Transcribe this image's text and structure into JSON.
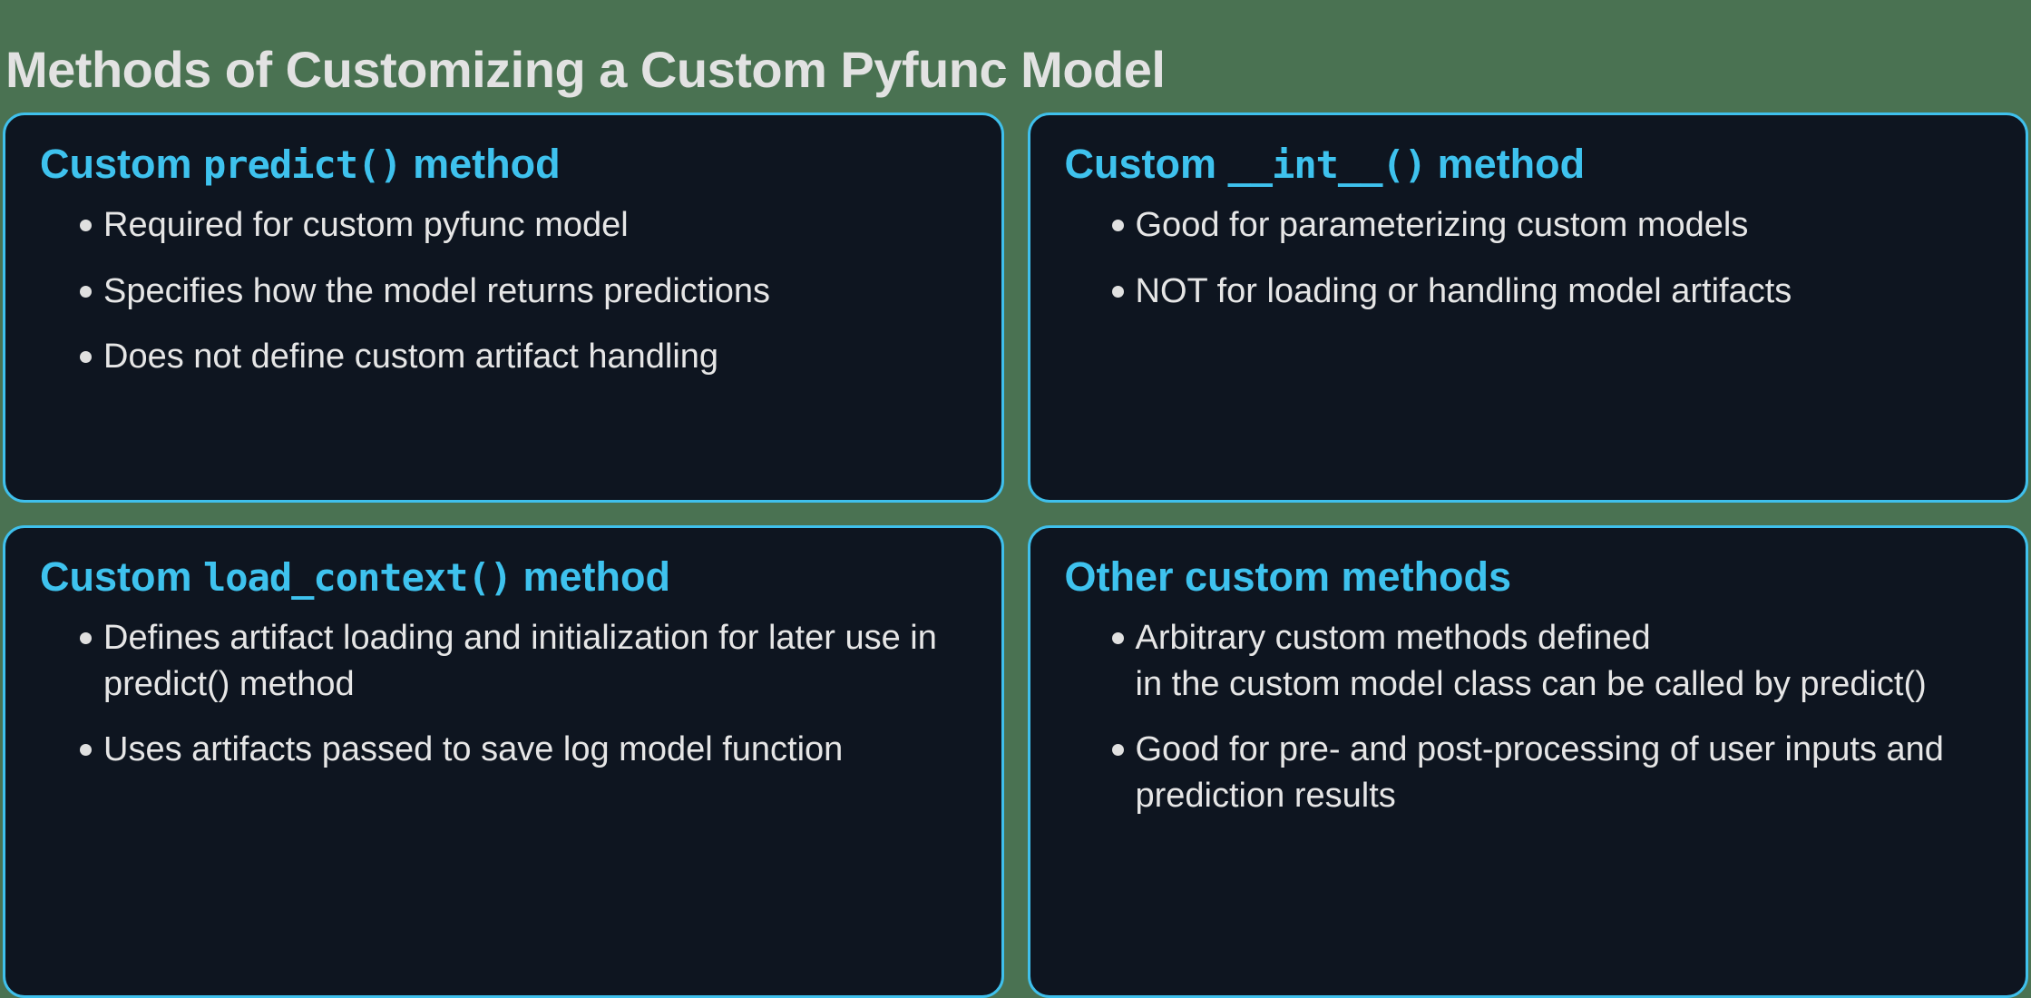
{
  "slide": {
    "title": "Methods of Customizing a Custom Pyfunc Model",
    "background_color": "#4a7252",
    "card_fill_color": "#0e1520",
    "accent_color": "#3ec2ee",
    "text_color": "#e6e6e6"
  },
  "cards": [
    {
      "title_prefix": "Custom ",
      "title_code": "predict()",
      "title_suffix": " method",
      "bullets": [
        "Required for custom pyfunc model",
        "Specifies how the model returns predictions",
        "Does not define custom artifact handling"
      ]
    },
    {
      "title_prefix": "Custom ",
      "title_code": "__int__()",
      "title_suffix": " method",
      "bullets": [
        "Good for parameterizing custom models",
        "NOT for loading or handling model artifacts"
      ]
    },
    {
      "title_prefix": "Custom ",
      "title_code": "load_context()",
      "title_suffix": " method",
      "bullets": [
        "Defines artifact loading and initialization for later use in predict() method",
        "Uses artifacts passed to save log model function"
      ]
    },
    {
      "title_prefix": "Other custom methods",
      "title_code": "",
      "title_suffix": "",
      "bullets": [
        "Arbitrary custom methods defined\nin the custom model class can be called by predict()",
        "Good for pre- and post-processing of user inputs and prediction results"
      ]
    }
  ]
}
